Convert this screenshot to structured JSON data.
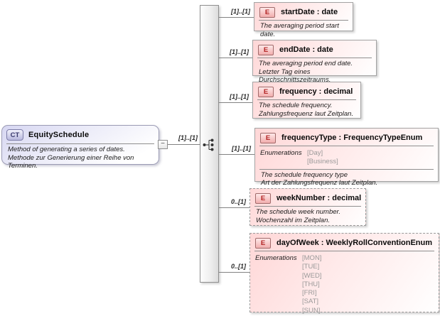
{
  "diagram": {
    "root": {
      "badge": "CT",
      "title": "EquitySchedule",
      "doc": [
        "Method of generating a series of dates.",
        "Methode zur Generierung einer Reihe von Terminen."
      ]
    },
    "toggle_glyph": "−",
    "root_multiplicity": "[1]..[1]",
    "connector_type": "sequence",
    "elements": [
      {
        "badge": "E",
        "label": "startDate : date",
        "multiplicity": "[1]..[1]",
        "optional": false,
        "doc": [
          "The averaging period start date."
        ]
      },
      {
        "badge": "E",
        "label": "endDate : date",
        "multiplicity": "[1]..[1]",
        "optional": false,
        "doc": [
          "The averaging period end date.",
          "Letzter Tag eines Durchschnittszeitraums."
        ]
      },
      {
        "badge": "E",
        "label": "frequency : decimal",
        "multiplicity": "[1]..[1]",
        "optional": false,
        "doc": [
          "The schedule frequency.",
          "Zahlungsfrequenz laut Zeitplan."
        ]
      },
      {
        "badge": "E",
        "label": "frequencyType : FrequencyTypeEnum",
        "multiplicity": "[1]..[1]",
        "optional": false,
        "enumerations_label": "Enumerations",
        "enumerations": [
          "[Day]",
          "[Business]"
        ],
        "doc": [
          "The schedule frequency type",
          "Art der Zahlungsfrequenz laut Zeitplan."
        ]
      },
      {
        "badge": "E",
        "label": "weekNumber : decimal",
        "multiplicity": "0..[1]",
        "optional": true,
        "doc": [
          "The schedule week number.",
          "Wochenzahl im Zeitplan."
        ]
      },
      {
        "badge": "E",
        "label": "dayOfWeek : WeeklyRollConventionEnum",
        "multiplicity": "0..[1]",
        "optional": true,
        "enumerations_label": "Enumerations",
        "enumerations": [
          "[MON]",
          "[TUE]",
          "[WED]",
          "[THU]",
          "[FRI]",
          "[SAT]",
          "[SUN]"
        ]
      }
    ],
    "colors": {
      "complex_type_fill": "#d7d7f2",
      "element_fill": "#ffd7d7",
      "badge_text_red": "#b22222",
      "badge_text_blue": "#3a3a6e",
      "border_gray": "#8f8f8f"
    }
  }
}
